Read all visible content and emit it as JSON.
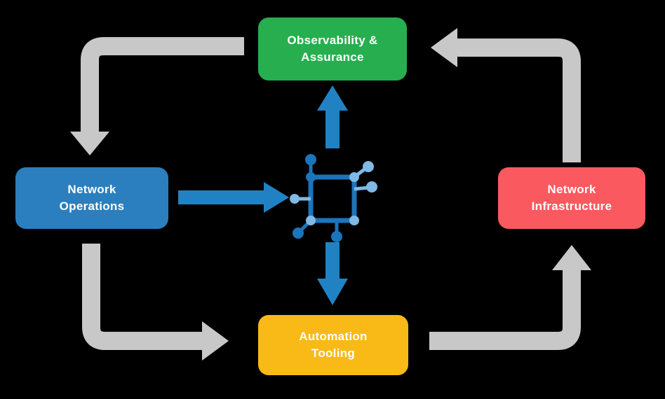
{
  "diagram": {
    "background_color": "#000000",
    "nodes": [
      {
        "id": "observability-assurance",
        "label": "Observability &\nAssurance",
        "color": "#27AE4F"
      },
      {
        "id": "network-operations",
        "label": "Network\nOperations",
        "color": "#2B7FBE"
      },
      {
        "id": "network-infrastructure",
        "label": "Network\nInfrastructure",
        "color": "#F9595F"
      },
      {
        "id": "automation-tooling",
        "label": "Automation\nTooling",
        "color": "#F9B917"
      }
    ],
    "center_icon": "network-core-icon",
    "colors": {
      "flow_arrow_gray": "#C8C8C8",
      "core_arrow_blue": "#2182C3",
      "icon_dark_blue": "#1B75BB",
      "icon_light_blue": "#7FB9E6",
      "node_text": "#FFFFFF"
    },
    "edges": [
      {
        "from": "observability-assurance",
        "to": "network-operations",
        "style": "gray-elbow"
      },
      {
        "from": "network-operations",
        "to": "core",
        "style": "blue-straight"
      },
      {
        "from": "core",
        "to": "observability-assurance",
        "style": "blue-straight"
      },
      {
        "from": "core",
        "to": "automation-tooling",
        "style": "blue-straight"
      },
      {
        "from": "network-operations",
        "to": "automation-tooling",
        "style": "gray-elbow"
      },
      {
        "from": "automation-tooling",
        "to": "network-infrastructure",
        "style": "gray-elbow"
      },
      {
        "from": "network-infrastructure",
        "to": "observability-assurance",
        "style": "gray-elbow"
      }
    ]
  }
}
